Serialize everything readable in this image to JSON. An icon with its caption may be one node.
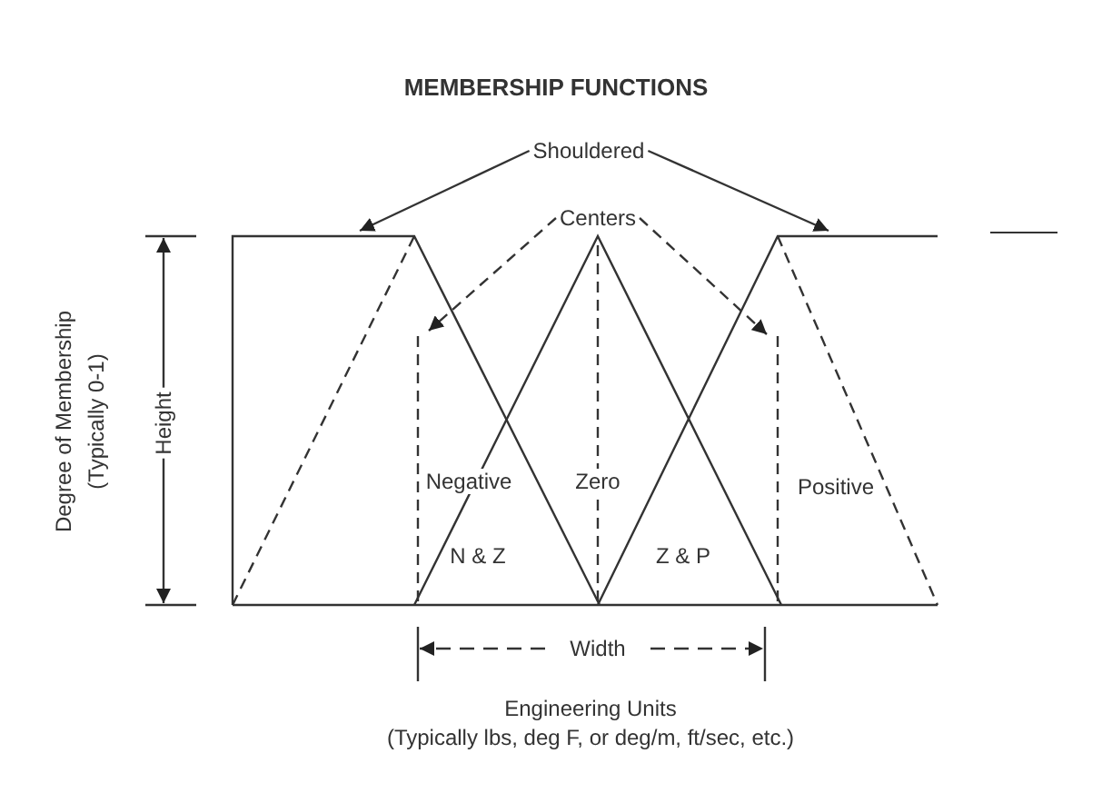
{
  "diagram": {
    "title": "MEMBERSHIP FUNCTIONS",
    "nodes": [
      {
        "text": [
          "Shouldered"
        ]
      },
      {
        "text": [
          "Centers"
        ]
      }
    ],
    "edges": [
      {
        "from": 0,
        "to": null,
        "arrow": "to"
      },
      {
        "from": 0,
        "to": null,
        "arrow": "to"
      },
      {
        "from": 1,
        "to": null,
        "arrow": "to",
        "style": "dashed"
      },
      {
        "from": 1,
        "to": null,
        "arrow": "to",
        "style": "dashed"
      }
    ],
    "labels": [
      "Negative",
      "Zero",
      "Positive",
      "N & Z",
      "Z & P",
      "Height",
      "Degree of Membership",
      "(Typically 0-1)",
      "Width",
      "Engineering Units",
      "(Typically lbs, deg F, or deg/m, ft/sec, etc.)"
    ]
  }
}
